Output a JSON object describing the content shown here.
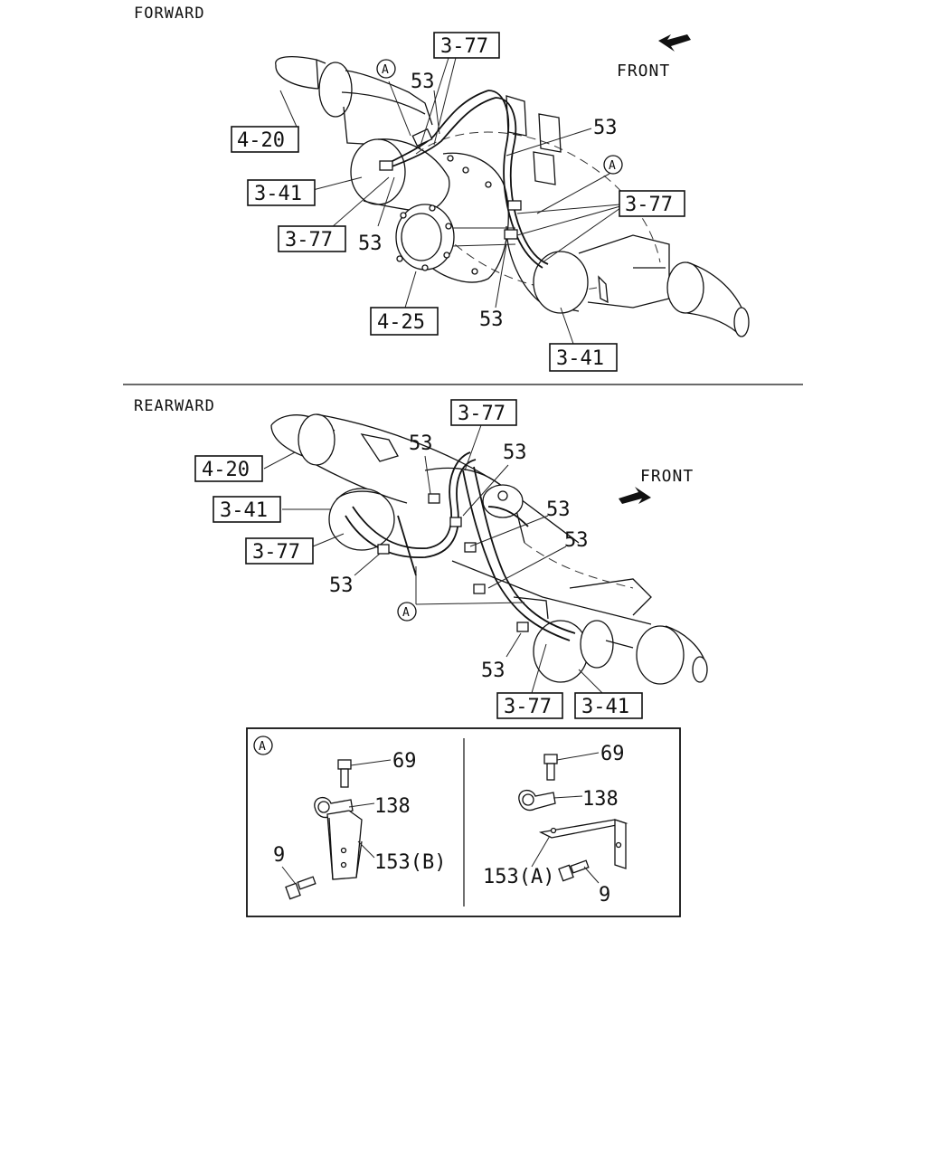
{
  "forward": {
    "title": "FORWARD",
    "front": "FRONT",
    "refs": {
      "top_3_77": "3-77",
      "left_4_20": "4-20",
      "left_3_41": "3-41",
      "left_3_77": "3-77",
      "right_3_77": "3-77",
      "bottom_4_25": "4-25",
      "bottom_3_41": "3-41"
    },
    "nums": {
      "n53_top": "53",
      "n53_right": "53",
      "n53_left": "53",
      "n53_bottom": "53"
    },
    "callouts": {
      "a_top": "A",
      "a_right": "A"
    }
  },
  "rearward": {
    "title": "REARWARD",
    "front": "FRONT",
    "refs": {
      "top_3_77": "3-77",
      "left_4_20": "4-20",
      "left_3_41": "3-41",
      "left_3_77": "3-77",
      "bottom_3_77": "3-77",
      "bottom_3_41": "3-41"
    },
    "nums": {
      "n53_a": "53",
      "n53_b": "53",
      "n53_c": "53",
      "n53_d": "53",
      "n53_left": "53",
      "n53_bottom": "53"
    },
    "callouts": {
      "a_center": "A"
    }
  },
  "detail": {
    "callout": "A",
    "left": {
      "bolt": "69",
      "clip": "138",
      "bracket": "153(B)",
      "screw": "9"
    },
    "right": {
      "bolt": "69",
      "clip": "138",
      "bracket": "153(A)",
      "screw": "9"
    }
  }
}
